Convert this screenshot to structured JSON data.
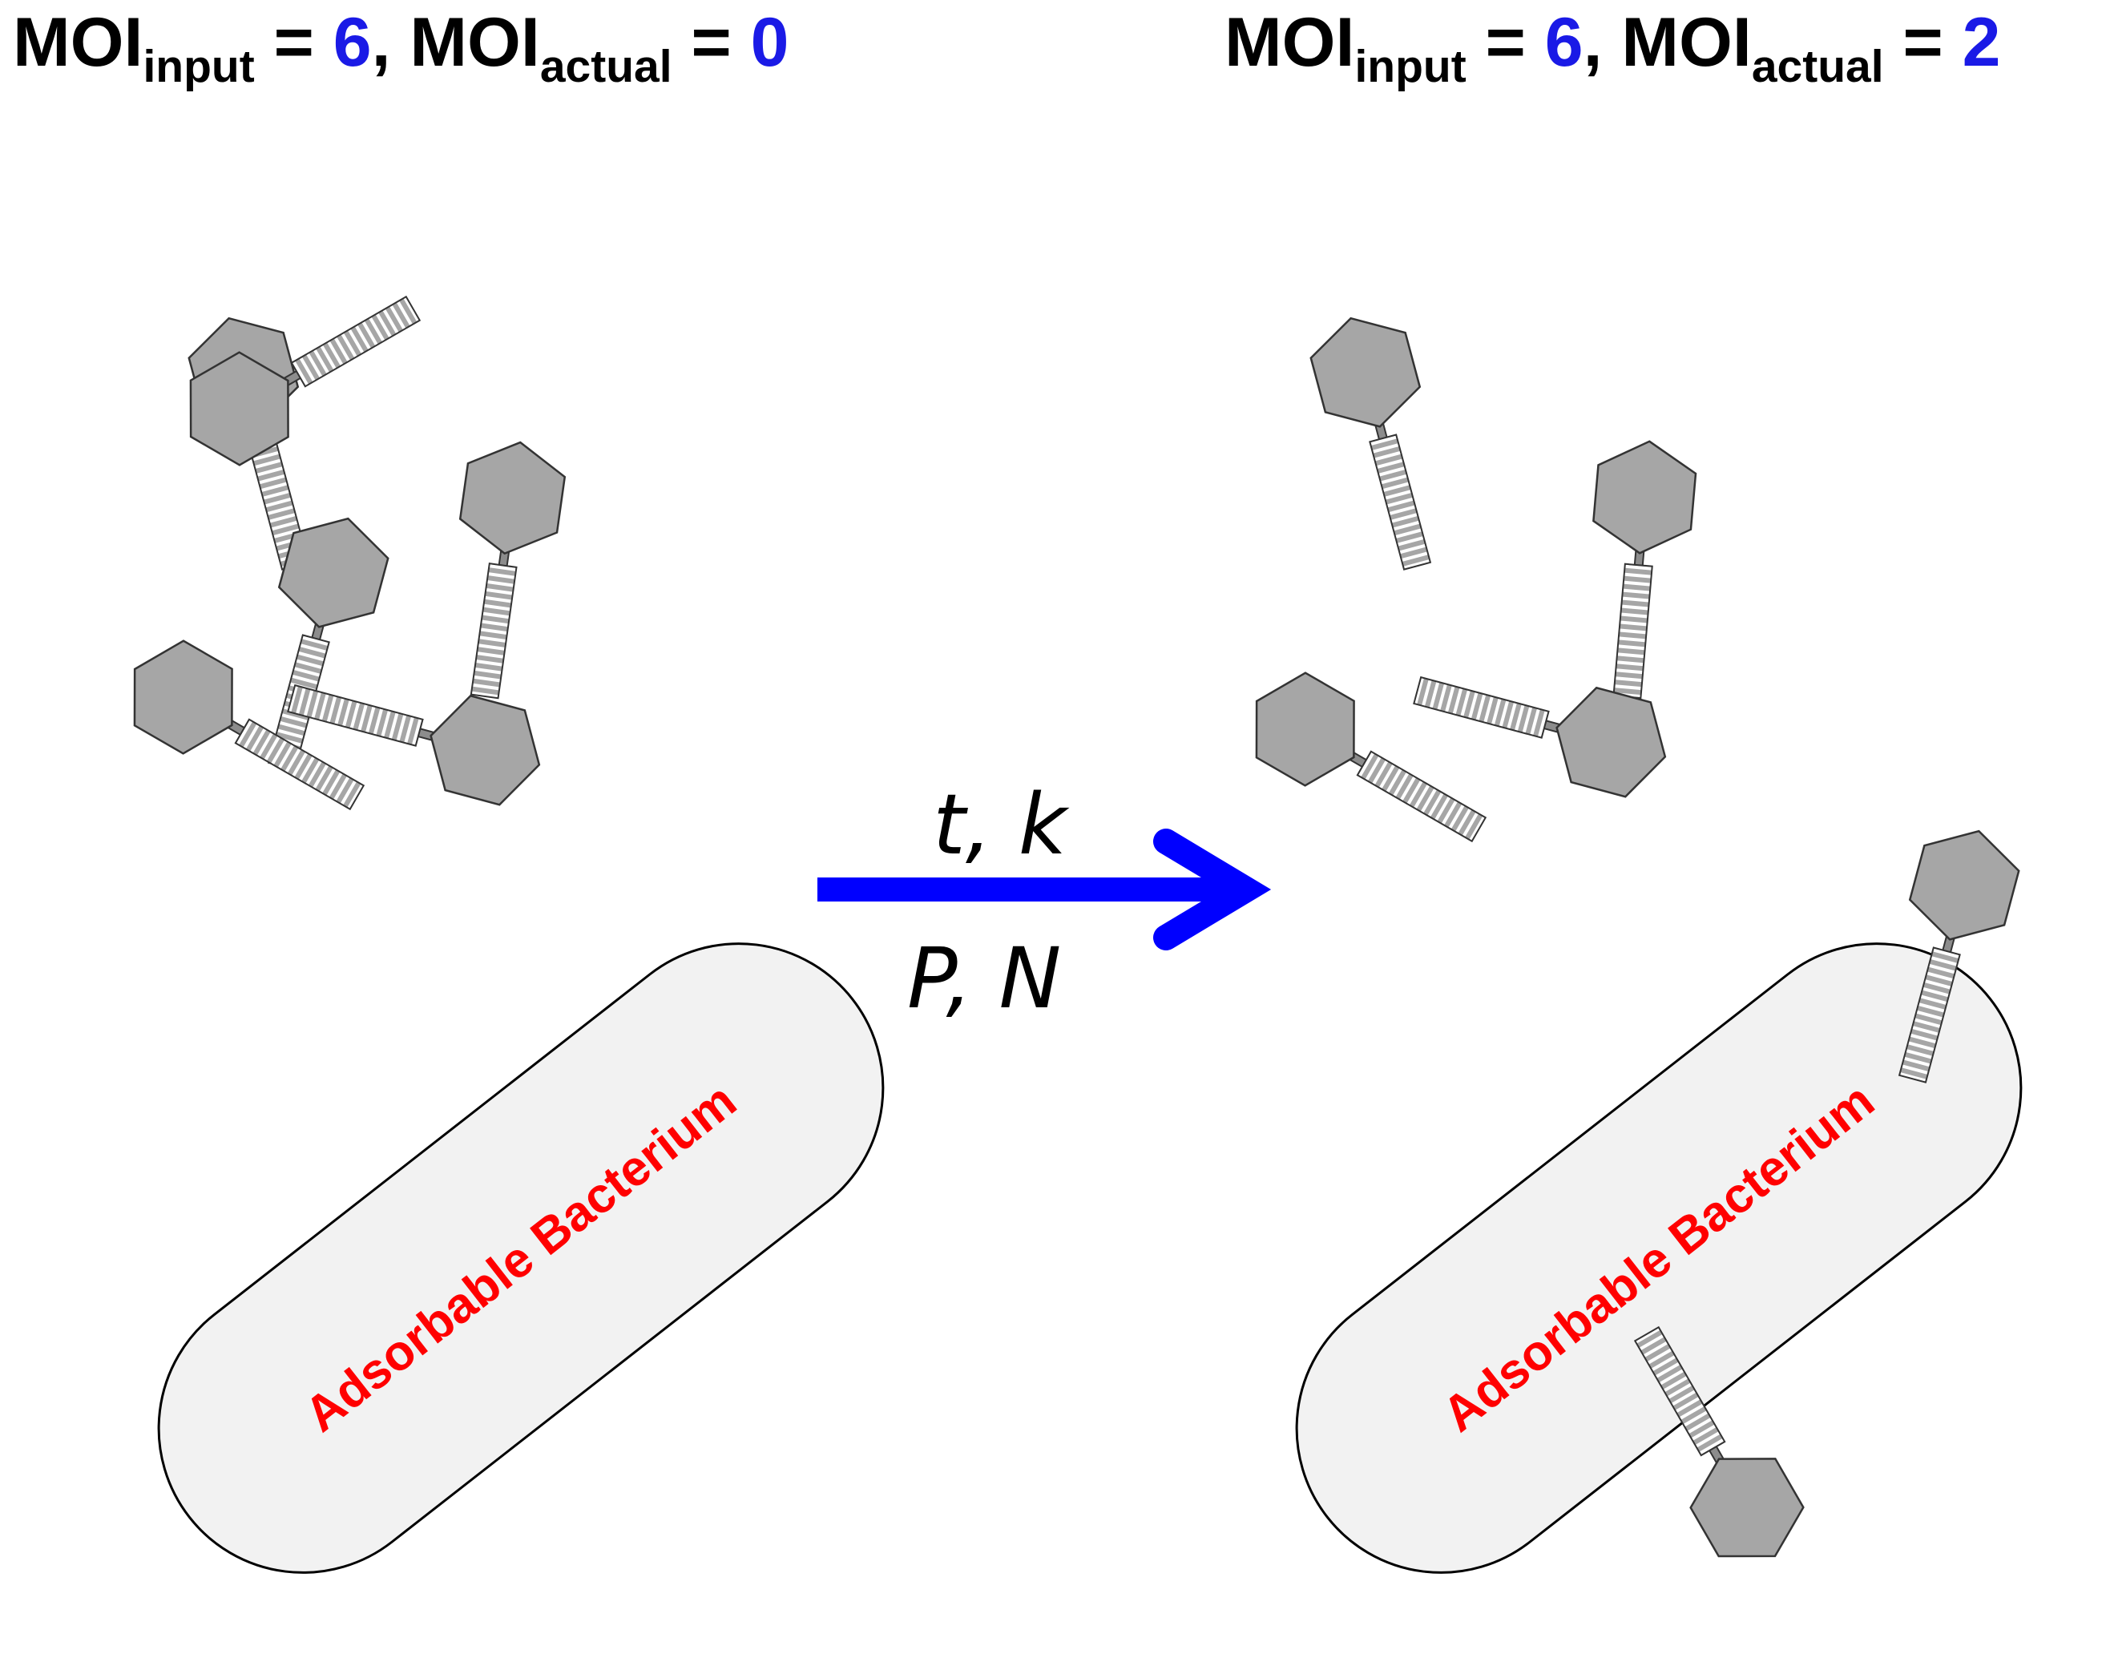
{
  "panels": [
    {
      "moi_label": "MOI",
      "input_sub": "input",
      "input_value": "6",
      "actual_sub": "actual",
      "actual_value": "0",
      "bacterium_label": "Adsorbable Bacterium",
      "free_phages": 6,
      "adsorbed_phages": 0
    },
    {
      "moi_label": "MOI",
      "input_sub": "input",
      "input_value": "6",
      "actual_sub": "actual",
      "actual_value": "2",
      "bacterium_label": "Adsorbable Bacterium",
      "free_phages": 4,
      "adsorbed_phages": 2
    }
  ],
  "transition": {
    "params_top": "t, k",
    "params_bottom": "P, N"
  },
  "colors": {
    "value_blue": "#1a1ae6",
    "arrow_blue": "#0000ff",
    "label_red": "#ff0000",
    "capsid_gray": "#a6a6a6",
    "bacterium_fill": "#f2f2f2"
  }
}
